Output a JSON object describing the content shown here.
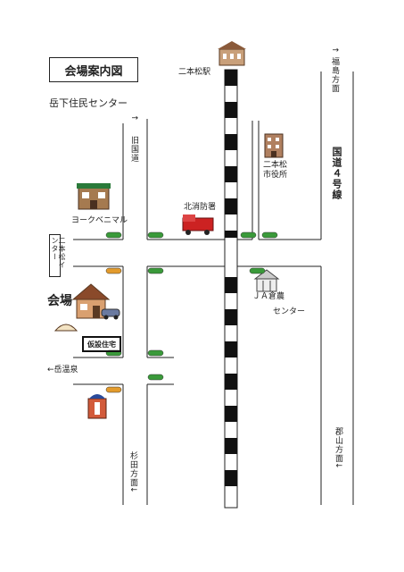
{
  "title": "会場案内図",
  "labels": {
    "nihonmatsu_station": "二本松駅",
    "fukushima_direction": "福島方面",
    "fukushima_arrow": "↑",
    "takeshita": "岳下住民センター",
    "kyukokudo": "旧国道",
    "kyukokudo_arrow": "↑",
    "city_hall": "二本松\n市役所",
    "route4": "国道４号線",
    "york_benimaru": "ヨークベニマル",
    "fire_station": "北消防署",
    "interchange": "二本松インター",
    "ja": "ＪＡ倉農",
    "ja_center": "センター",
    "venue": "会場",
    "temporary_housing": "仮設住宅",
    "dake_onsen": "←岳温泉",
    "sugita_direction": "杉田方面",
    "sugita_arrow": "↓",
    "koriyama_direction": "郡山方面",
    "koriyama_arrow": "↓"
  },
  "icons": [
    "station-icon",
    "building-icon",
    "store-icon",
    "fire-truck-icon",
    "barn-icon",
    "house-icon",
    "car-icon",
    "tent-icon",
    "thermometer-icon",
    "traffic-light-icon"
  ],
  "colors": {
    "road": "#222222",
    "building_brown": "#8a5a3a",
    "fire_red": "#cc2222",
    "signal_green": "#3a9a3a",
    "signal_orange": "#e39b2c"
  }
}
